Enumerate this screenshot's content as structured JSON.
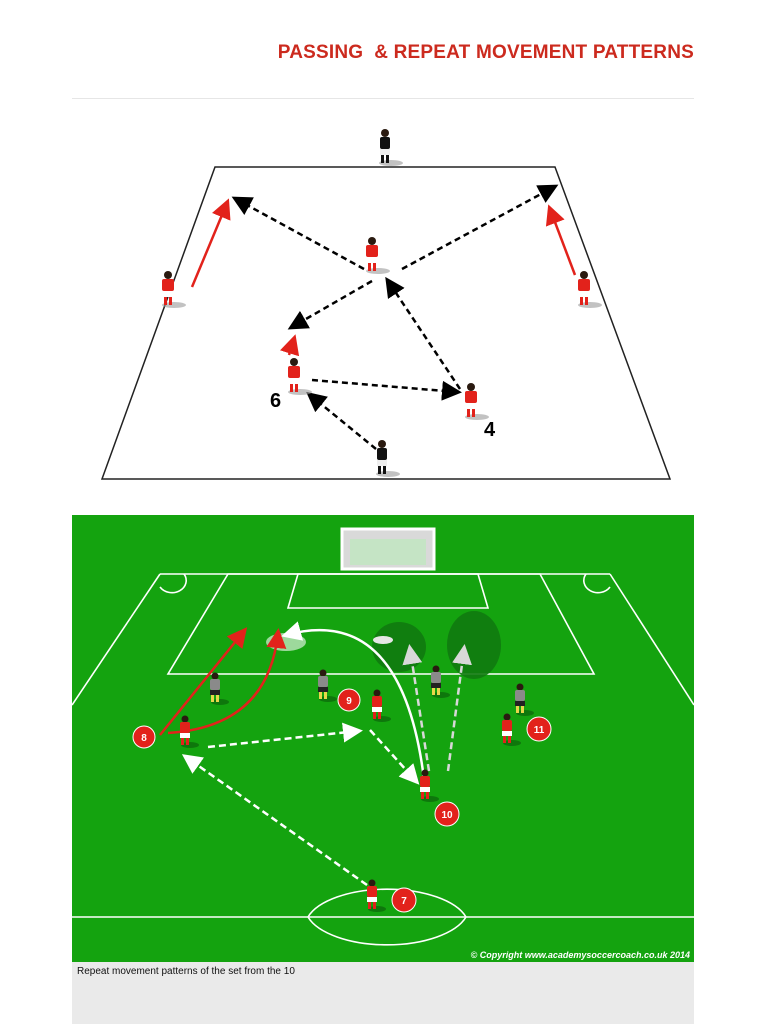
{
  "title": "PASSING  & REPEAT MOVEMENT PATTERNS",
  "top_diagram": {
    "player_labels": [
      "6",
      "4"
    ],
    "colors": {
      "line": "#000000",
      "run_arrow": "#e2221b",
      "player_shirt": "#e2221b",
      "neutral_shirt": "#111111"
    }
  },
  "bottom_diagram": {
    "player_numbers": [
      "8",
      "9",
      "10",
      "11",
      "7"
    ],
    "copyright": "© Copyright www.academysoccercoach.co.uk 2014",
    "colors": {
      "pitch": "#14a30f",
      "lines": "#ffffff",
      "badge": "#e2221b",
      "space_zone": "#0f7a10"
    }
  },
  "caption": "Repeat movement patterns of the set from the 10"
}
